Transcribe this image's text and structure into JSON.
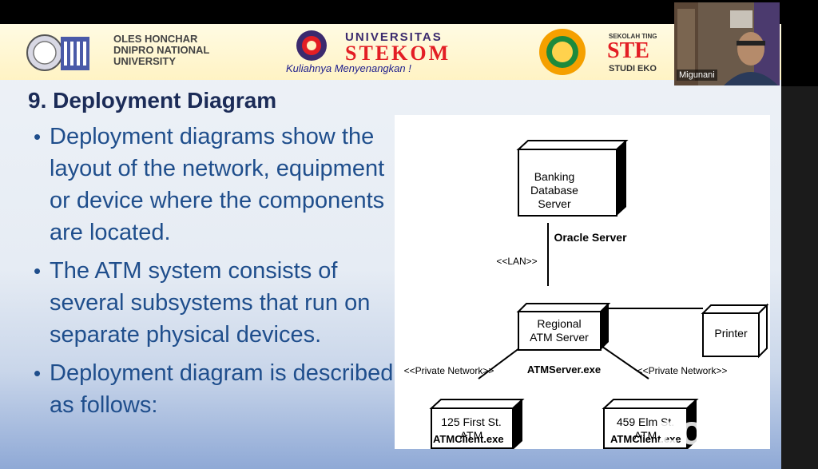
{
  "banner": {
    "dnipro_text": "OLES HONCHAR\nDNIPRO NATIONAL\nUNIVERSITY",
    "stekom_title": "UNIVERSITAS",
    "stekom_name": "STEKOM",
    "stekom_tagline": "Kuliahnya Menyenangkan !",
    "sekolah_top": "SEKOLAH TING",
    "sekolah_name": "STE",
    "sekolah_bottom": "STUDI EKO"
  },
  "slide": {
    "title": "9. Deployment Diagram",
    "bullets": [
      "Deployment diagrams show the layout of the network, equipment or device where the components are located.",
      "The ATM system consists of several subsystems that run on separate physical devices.",
      "Deployment diagram is described as follows:"
    ]
  },
  "diagram": {
    "nodes": {
      "db_server": {
        "line1": "Banking",
        "line2": "Database",
        "line3": "Server",
        "caption": "Oracle Server"
      },
      "regional": {
        "line1": "Regional",
        "line2": "ATM Server",
        "caption": "ATMServer.exe"
      },
      "printer": {
        "line1": "Printer"
      },
      "atm1": {
        "line1": "125 First St.",
        "line2": "ATM",
        "caption": "ATMClient.exe"
      },
      "atm2": {
        "line1": "459 Elm St.",
        "line2": "ATM",
        "caption": "ATMClient.exe"
      }
    },
    "links": {
      "lan": "<<LAN>>",
      "private_left": "<<Private Network>>",
      "private_right": "<<Private Network>>"
    }
  },
  "video": {
    "participant_name": "Migunani"
  },
  "zoom": {
    "watermark": "zoom"
  }
}
